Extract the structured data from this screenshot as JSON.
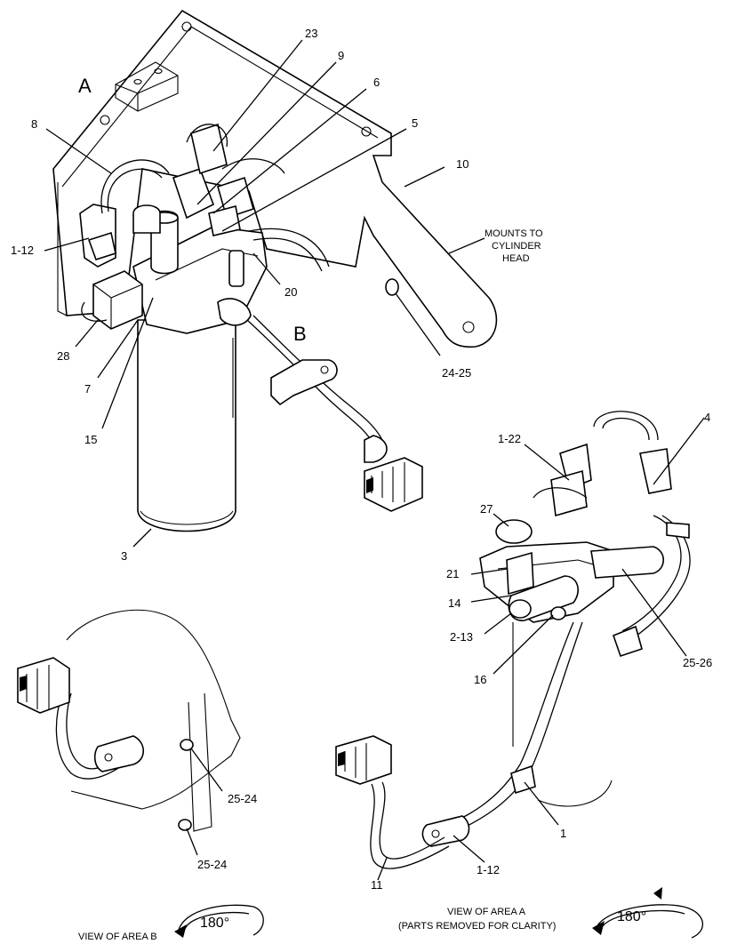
{
  "area_labels": {
    "a": "A",
    "b": "B"
  },
  "callouts": {
    "c23": "23",
    "c9": "9",
    "c6": "6",
    "c5": "5",
    "c8": "8",
    "c10": "10",
    "c1_12_top": "1-12",
    "c20": "20",
    "c28": "28",
    "c7": "7",
    "c15": "15",
    "c24_25": "24-25",
    "c3": "3",
    "c4": "4",
    "c1_22": "1-22",
    "c27": "27",
    "c21": "21",
    "c14": "14",
    "c2_13": "2-13",
    "c16": "16",
    "c25_26": "25-26",
    "c1": "1",
    "c1_12_bottom": "1-12",
    "c11": "11",
    "c25_24_a": "25-24",
    "c25_24_b": "25-24"
  },
  "notes": {
    "mounts_line1": "MOUNTS TO",
    "mounts_line2": "CYLINDER",
    "mounts_line3": "HEAD",
    "view_b": "VIEW OF AREA B",
    "view_a_line1": "VIEW OF AREA A",
    "view_a_line2": "(PARTS REMOVED FOR CLARITY)",
    "rot_b": "180°",
    "rot_a": "180°"
  }
}
